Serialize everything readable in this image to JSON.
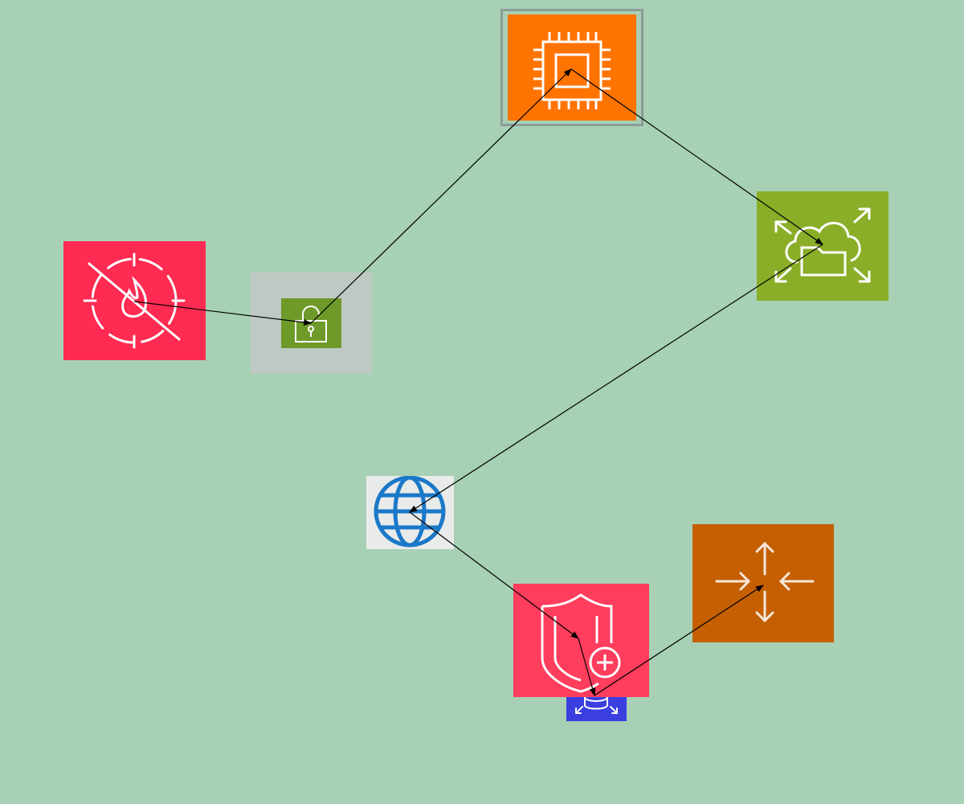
{
  "diagram": {
    "background": "#a7d0b4",
    "edge_color": "#000000",
    "nodes": [
      {
        "id": "firewall",
        "icon": "firewall-icon",
        "color": "#ff2b52"
      },
      {
        "id": "lock",
        "icon": "padlock-icon",
        "color": "#6e9a2a",
        "frame_color": "#bfc9c3"
      },
      {
        "id": "compute",
        "icon": "cpu-chip-icon",
        "color": "#ff7300",
        "frame_color": "#8a9b96"
      },
      {
        "id": "cloud-scale",
        "icon": "cloud-folder-expand-icon",
        "color": "#8aae27"
      },
      {
        "id": "internet",
        "icon": "globe-icon",
        "color": "#1a78c8",
        "frame_color": "#e9ebea"
      },
      {
        "id": "shield",
        "icon": "shield-plus-icon",
        "color": "#ff3d5d"
      },
      {
        "id": "database-scale",
        "icon": "database-expand-icon",
        "color": "#3b3fe0"
      },
      {
        "id": "router",
        "icon": "arrows-converge-icon",
        "color": "#c55f02"
      }
    ],
    "edges": [
      {
        "from": "firewall",
        "to": "lock"
      },
      {
        "from": "lock",
        "to": "compute"
      },
      {
        "from": "compute",
        "to": "cloud-scale"
      },
      {
        "from": "cloud-scale",
        "to": "internet"
      },
      {
        "from": "internet",
        "to": "shield"
      },
      {
        "from": "shield",
        "to": "database-scale"
      },
      {
        "from": "database-scale",
        "to": "router"
      }
    ]
  }
}
